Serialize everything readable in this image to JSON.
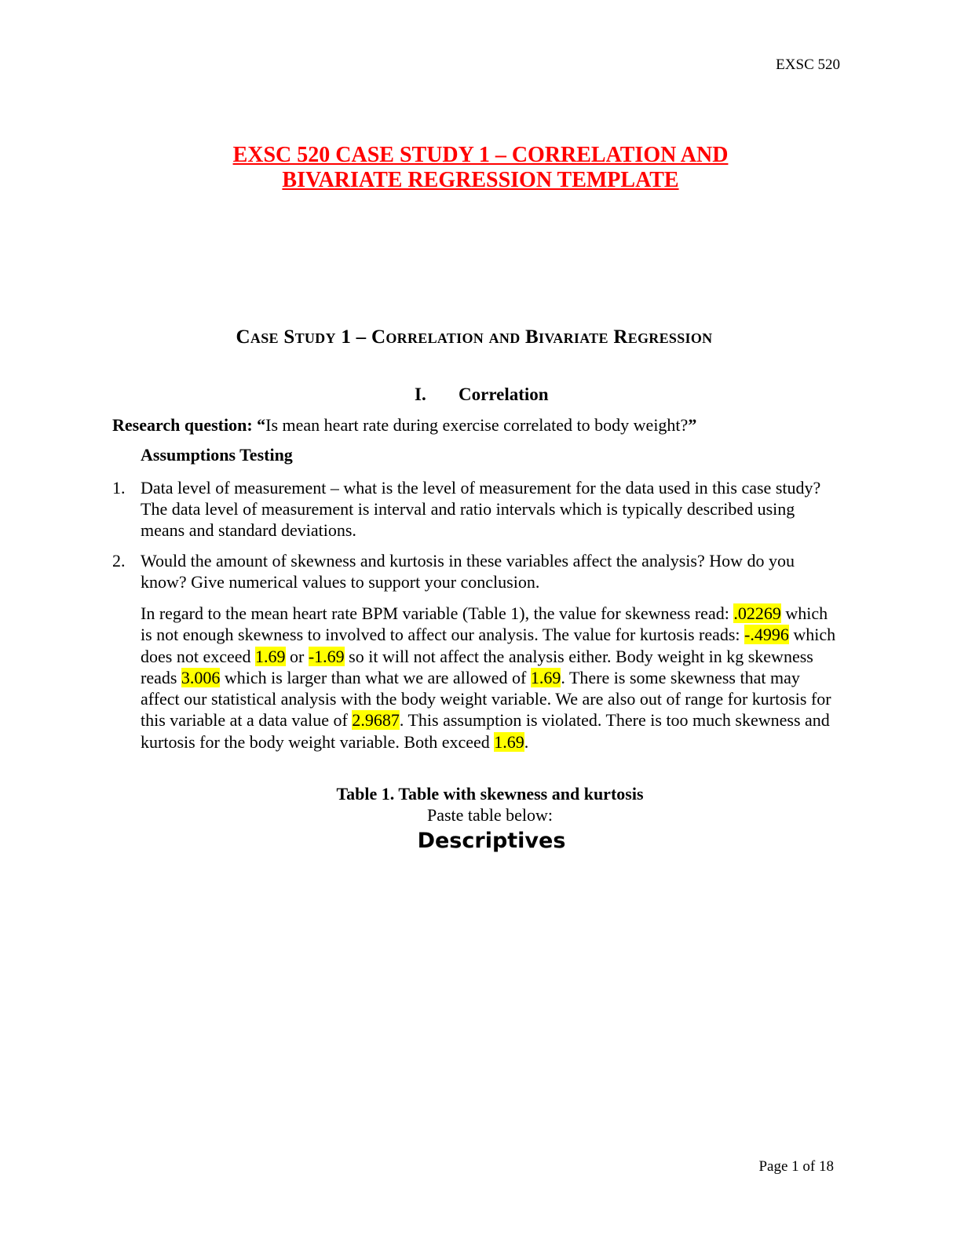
{
  "header": {
    "course": "EXSC 520"
  },
  "title": {
    "line1": "EXSC 520 CASE STUDY 1 – CORRELATION AND ",
    "line2": "BIVARIATE REGRESSION TEMPLATE"
  },
  "section_title": "Case Study 1 – Correlation and Bivariate Regression",
  "subsection": {
    "numeral": "I.",
    "label": "Correlation"
  },
  "research": {
    "label": "Research question:",
    "open_quote": "“",
    "question": "Is mean heart rate during exercise correlated to body weight?",
    "close_quote": "”"
  },
  "assumptions_heading": "Assumptions Testing",
  "list": [
    {
      "num": "1.",
      "text": "Data level of measurement – what is the level of measurement for the data used in this case study? The data level of measurement is interval and ratio intervals which is typically described using means and standard deviations."
    },
    {
      "num": "2.",
      "text": "Would the amount of skewness and kurtosis in these variables affect the analysis? How do you know? Give numerical values to support your conclusion."
    }
  ],
  "analysis": {
    "t1": "In regard to the mean heart rate BPM variable (Table 1), the value for skewness read: ",
    "v1": ".02269",
    "t2": " which is not enough skewness to involved to affect our analysis. The value for kurtosis reads: ",
    "v2": "-.4996",
    "t3": " which does not exceed ",
    "v3": "1.69",
    "t4": " or ",
    "v4": "-1.69",
    "t5": " so it will not affect the analysis either. Body weight in kg skewness reads ",
    "v5": "3.006",
    "t6": " which is larger than what we are allowed of ",
    "v6": "1.69",
    "t7": ". There is some skewness that may affect our statistical analysis with the body weight variable. We are also out of range for kurtosis for this variable at a data value of ",
    "v7": "2.9687",
    "t8": ". This assumption is violated. There is too much skewness and kurtosis for the body weight variable. Both exceed ",
    "v8": "1.69",
    "t9": "."
  },
  "table_caption": "Table 1. Table with skewness and kurtosis",
  "paste_note": "Paste table below:",
  "descriptives_heading": "Descriptives",
  "footer": {
    "page": "Page 1 of 18"
  },
  "colors": {
    "title": "#ff0000",
    "highlight": "#ffff00"
  }
}
